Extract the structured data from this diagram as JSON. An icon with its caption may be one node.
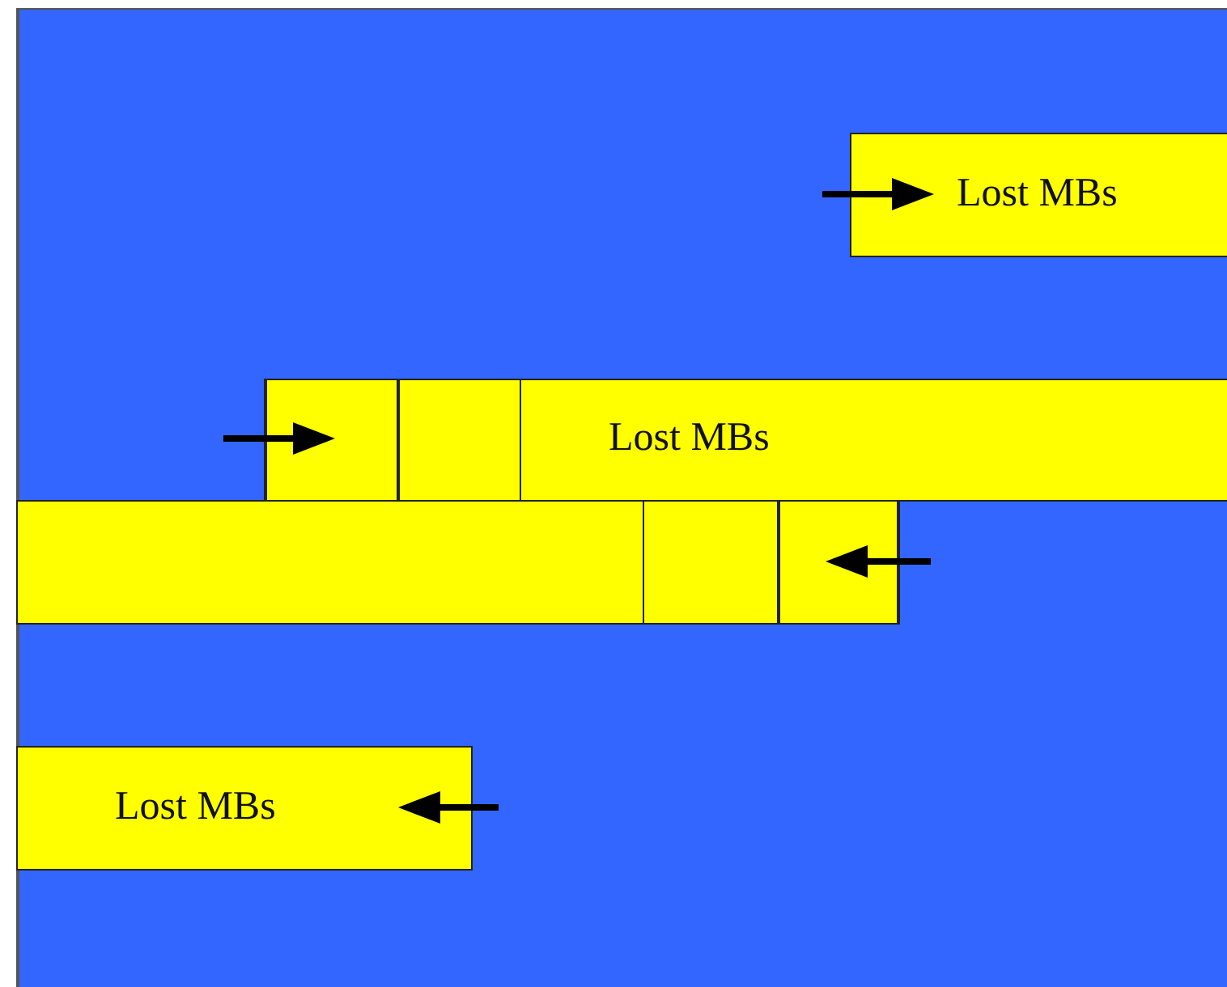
{
  "diagram": {
    "nodes": [
      {
        "text": [
          "Lost MBs"
        ]
      },
      {
        "text": [
          "Lost MBs"
        ]
      },
      {
        "text": [],
        "shape": "box",
        "in": 1
      },
      {
        "text": [],
        "shape": "box",
        "in": 1
      },
      {
        "text": [],
        "shape": "bar"
      },
      {
        "text": [],
        "shape": "box",
        "in": 4
      },
      {
        "text": [],
        "shape": "box",
        "in": 4
      },
      {
        "text": [
          "Lost MBs"
        ]
      }
    ]
  }
}
